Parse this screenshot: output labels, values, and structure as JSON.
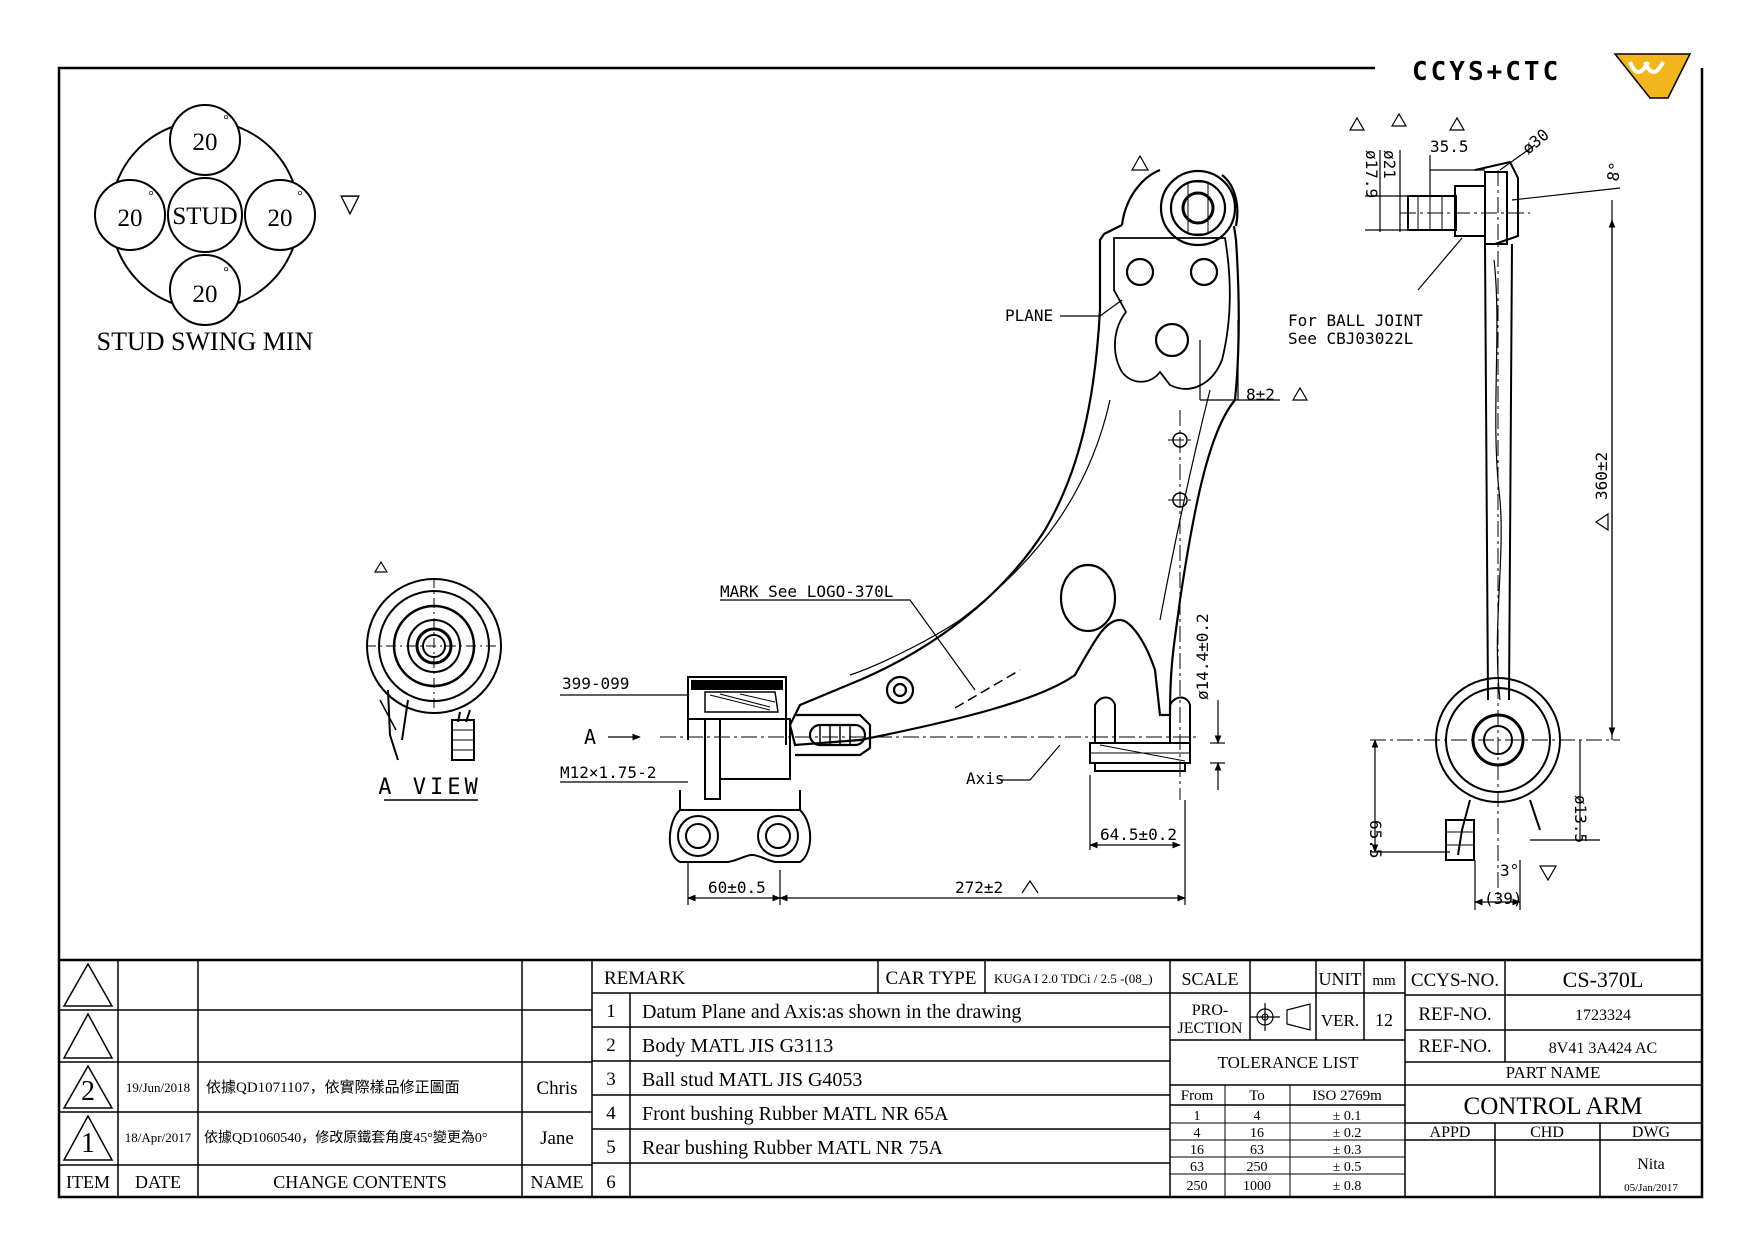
{
  "logo": {
    "text": "CCYS+CTC"
  },
  "stud_swing": {
    "title": "STUD SWING MIN",
    "center": "STUD",
    "angles": [
      "20",
      "20",
      "20",
      "20"
    ],
    "degree": "°"
  },
  "flatness_symbol": "▽",
  "a_view": {
    "title": "A VIEW"
  },
  "labels": {
    "plane": "PLANE",
    "ball_joint_1": "For BALL JOINT",
    "ball_joint_2": "See CBJ03022L",
    "mark": "MARK See LOGO-370L",
    "bushing": "399-099",
    "a_arrow": "A",
    "thread": "M12×1.75-2",
    "axis": "Axis"
  },
  "dimensions": {
    "d8": "8±2",
    "d14_4": "ø14.4±0.2",
    "d64_5": "64.5±0.2",
    "d60": "60±0.5",
    "d272": "272±2",
    "d360": "360±2",
    "d35_5": "35.5",
    "d30": "ø30",
    "d8deg": "8°",
    "d17_9": "ø17.9",
    "d21": "ø21",
    "d65_5": "65.5",
    "d13_5": "ø13.5",
    "d3deg": "3°",
    "d39": "(39)"
  },
  "revisions": {
    "rows": [
      {
        "item": "2",
        "date": "19/Jun/2018",
        "content": "依據QD1071107，依實際樣品修正圖面",
        "name": "Chris"
      },
      {
        "item": "1",
        "date": "18/Apr/2017",
        "content": "依據QD1060540，修改原鐵套角度45°變更為0°",
        "name": "Jane"
      }
    ],
    "headers": {
      "item": "ITEM",
      "date": "DATE",
      "content": "CHANGE CONTENTS",
      "name": "NAME"
    }
  },
  "remarks": {
    "header": "REMARK",
    "car_type_label": "CAR TYPE",
    "car_type": "KUGA I 2.0 TDCi / 2.5 -(08_)",
    "items": [
      {
        "no": "1",
        "text": "Datum Plane and Axis:as shown in the drawing"
      },
      {
        "no": "2",
        "text": "Body MATL JIS G3113"
      },
      {
        "no": "3",
        "text": "Ball stud MATL JIS G4053"
      },
      {
        "no": "4",
        "text": "Front bushing Rubber MATL NR 65A"
      },
      {
        "no": "5",
        "text": "Rear bushing Rubber MATL NR 75A"
      },
      {
        "no": "6",
        "text": ""
      }
    ]
  },
  "scale": {
    "label": "SCALE",
    "unit_label": "UNIT",
    "unit": "mm",
    "projection_1": "PRO-",
    "projection_2": "JECTION",
    "ver_label": "VER.",
    "ver": "12"
  },
  "tolerance": {
    "title": "TOLERANCE LIST",
    "headers": [
      "From",
      "To",
      "ISO 2769m"
    ],
    "rows": [
      [
        "1",
        "4",
        "± 0.1"
      ],
      [
        "4",
        "16",
        "± 0.2"
      ],
      [
        "16",
        "63",
        "± 0.3"
      ],
      [
        "63",
        "250",
        "± 0.5"
      ],
      [
        "250",
        "1000",
        "± 0.8"
      ]
    ]
  },
  "title_block": {
    "ccys_label": "CCYS-NO.",
    "ccys_no": "CS-370L",
    "ref_label_1": "REF-NO.",
    "ref_1": "1723324",
    "ref_label_2": "REF-NO.",
    "ref_2": "8V41 3A424 AC",
    "part_name_label": "PART NAME",
    "part_name": "CONTROL ARM",
    "appd": "APPD",
    "chd": "CHD",
    "dwg": "DWG",
    "drawer": "Nita",
    "date": "05/Jan/2017"
  },
  "colors": {
    "line": "#000000",
    "logo_accent": "#f2b51c"
  }
}
